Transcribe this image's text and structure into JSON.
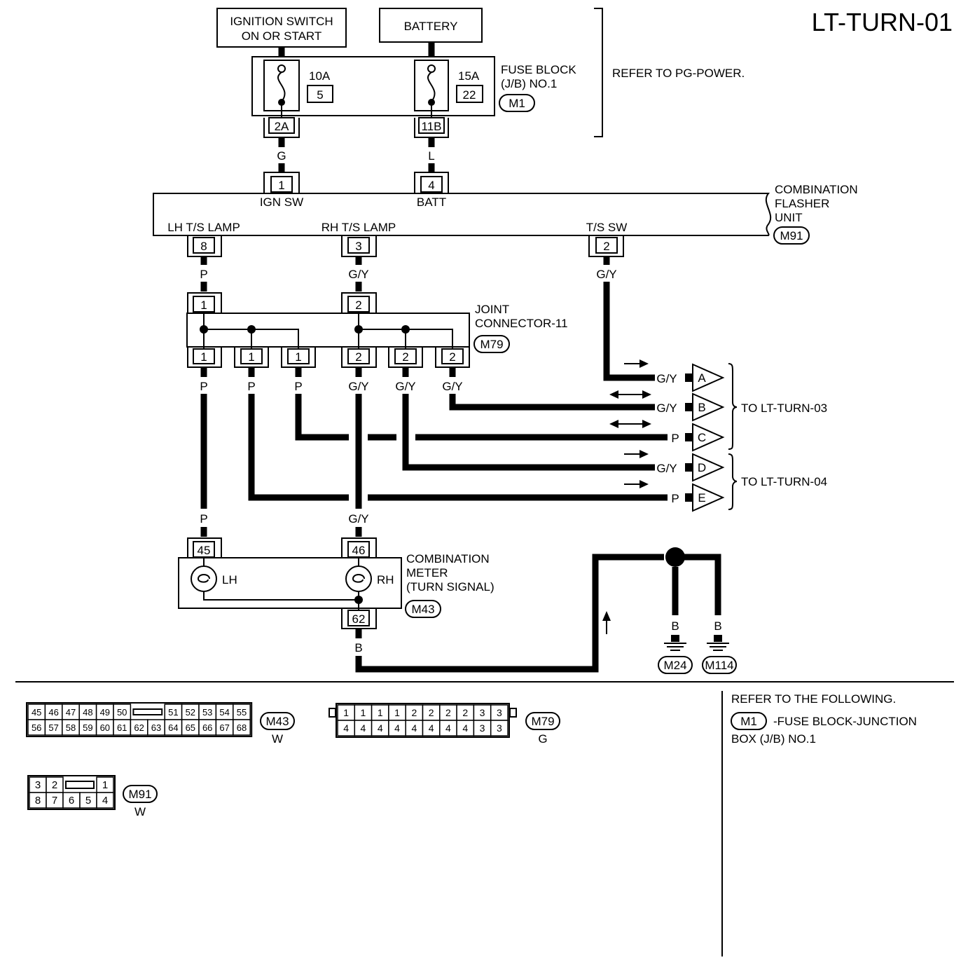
{
  "page_id": "LT-TURN-01",
  "sources": {
    "ignition": [
      "IGNITION SWITCH",
      "ON OR START"
    ],
    "battery": "BATTERY"
  },
  "fuse_block": {
    "title": [
      "FUSE BLOCK",
      "(J/B) NO.1"
    ],
    "connector": "M1",
    "fuse_left": {
      "rating": "10A",
      "number": "5",
      "terminal": "2A"
    },
    "fuse_right": {
      "rating": "15A",
      "number": "22",
      "terminal": "11B"
    },
    "refer": "REFER TO PG-POWER."
  },
  "wire_colors": {
    "ign_feed": "G",
    "batt_feed": "L",
    "lh": "P",
    "rh": "G/Y",
    "ts_sw": "G/Y",
    "ground": "B"
  },
  "flasher": {
    "title": [
      "COMBINATION",
      "FLASHER",
      "UNIT"
    ],
    "connector": "M91",
    "pins": [
      {
        "num": "1",
        "label": "IGN SW"
      },
      {
        "num": "4",
        "label": "BATT"
      },
      {
        "num": "8",
        "label": "LH T/S LAMP"
      },
      {
        "num": "3",
        "label": "RH T/S LAMP"
      },
      {
        "num": "2",
        "label": "T/S SW"
      }
    ]
  },
  "joint": {
    "title": [
      "JOINT",
      "CONNECTOR-11"
    ],
    "connector": "M79",
    "top_pins": [
      "1",
      "2"
    ],
    "bottom_pins": [
      "1",
      "1",
      "1",
      "2",
      "2",
      "2"
    ],
    "bottom_colors": [
      "P",
      "P",
      "P",
      "G/Y",
      "G/Y",
      "G/Y"
    ]
  },
  "outputs": [
    {
      "color": "G/Y",
      "letter": "A"
    },
    {
      "color": "G/Y",
      "letter": "B"
    },
    {
      "color": "P",
      "letter": "C"
    },
    {
      "color": "G/Y",
      "letter": "D"
    },
    {
      "color": "P",
      "letter": "E"
    }
  ],
  "output_refs": [
    "TO LT-TURN-03",
    "TO LT-TURN-04"
  ],
  "meter": {
    "title": [
      "COMBINATION",
      "METER",
      "(TURN SIGNAL)"
    ],
    "connector": "M43",
    "lh_pin": "45",
    "rh_pin": "46",
    "gnd_pin": "62",
    "lh_label": "LH",
    "rh_label": "RH",
    "lh_color": "P",
    "rh_color": "G/Y"
  },
  "grounds": [
    {
      "color": "B",
      "label": "M24"
    },
    {
      "color": "B",
      "label": "M114"
    }
  ],
  "connector_views": {
    "m43": {
      "label": "M43",
      "color": "W",
      "top": [
        "45",
        "46",
        "47",
        "48",
        "49",
        "50",
        "51",
        "52",
        "53",
        "54",
        "55"
      ],
      "bottom": [
        "56",
        "57",
        "58",
        "59",
        "60",
        "61",
        "62",
        "63",
        "64",
        "65",
        "66",
        "67",
        "68"
      ]
    },
    "m79": {
      "label": "M79",
      "color": "G",
      "top": [
        "1",
        "1",
        "1",
        "1",
        "2",
        "2",
        "2",
        "2",
        "3",
        "3"
      ],
      "bottom": [
        "4",
        "4",
        "4",
        "4",
        "4",
        "4",
        "4",
        "4",
        "3",
        "3"
      ]
    },
    "m91": {
      "label": "M91",
      "color": "W",
      "top": [
        "3",
        "2",
        "1"
      ],
      "bottom": [
        "8",
        "7",
        "6",
        "5",
        "4"
      ]
    }
  },
  "refer_following": {
    "heading": "REFER TO THE FOLLOWING.",
    "connector": "M1",
    "line1": "-FUSE BLOCK-JUNCTION",
    "line2": "BOX (J/B) NO.1"
  }
}
